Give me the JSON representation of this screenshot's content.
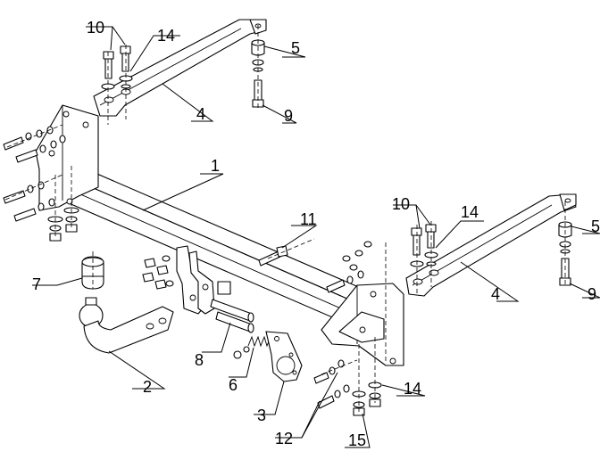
{
  "callouts": {
    "c1": "1",
    "c2": "2",
    "c3": "3",
    "c4a": "4",
    "c4b": "4",
    "c5a": "5",
    "c5b": "5",
    "c6": "6",
    "c7": "7",
    "c8": "8",
    "c9a": "9",
    "c9b": "9",
    "c10a": "10",
    "c10b": "10",
    "c11": "11",
    "c12": "12",
    "c14a": "14",
    "c14b": "14",
    "c14c": "14",
    "c15": "15"
  }
}
